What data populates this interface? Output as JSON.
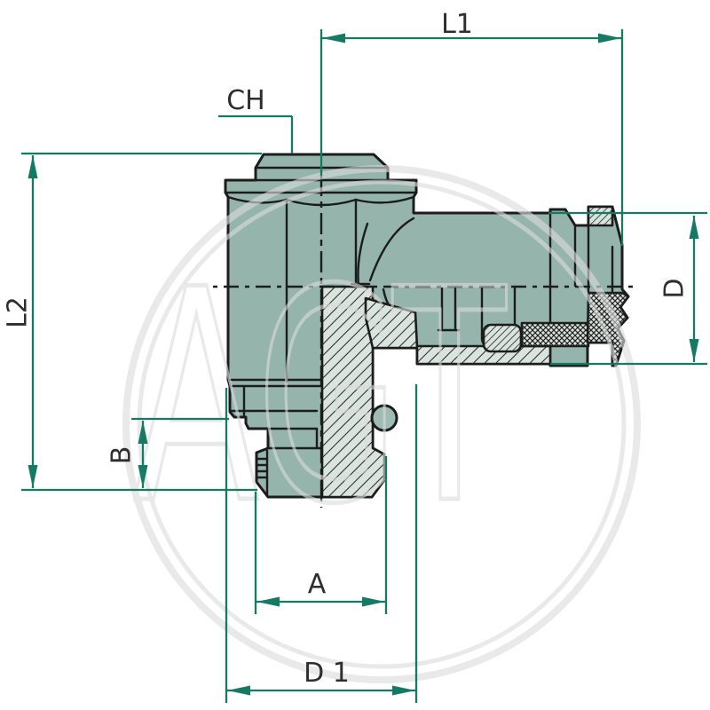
{
  "drawing": {
    "kind": "technical-section-drawing",
    "subject": "90-degree elbow hose fitting, half section view"
  },
  "watermark": {
    "text": "AGT"
  },
  "colors": {
    "dimension": "#157a64",
    "outline": "#1c1c1c",
    "body_fill": "#94b4ac",
    "cut_fill": "#d9e4de",
    "oring_fill": "#9fbcb4",
    "label_text": "#2e2e2e",
    "watermark": "#dcdcdc",
    "background": "#ffffff"
  },
  "dimensions": {
    "l1": {
      "label": "L1"
    },
    "ch": {
      "label": "CH"
    },
    "l2": {
      "label": "L2"
    },
    "b": {
      "label": "B"
    },
    "a": {
      "label": "A"
    },
    "d1": {
      "label": "D 1"
    },
    "d": {
      "label": "D"
    }
  }
}
